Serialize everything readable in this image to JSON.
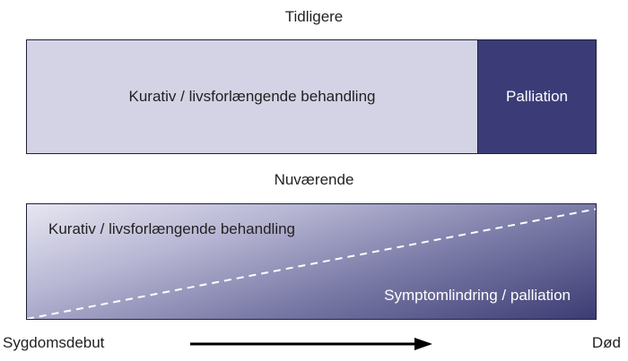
{
  "top_panel": {
    "title": "Tidligere",
    "curative_label": "Kurativ / livsforlængende behandling",
    "palliation_label": "Palliation"
  },
  "bottom_panel": {
    "title": "Nuværende",
    "curative_label": "Kurativ / livsforlængende behandling",
    "symptom_label": "Symptomlindring / palliation"
  },
  "timeline": {
    "start_label": "Sygdomsdebut",
    "end_label": "Død"
  },
  "colors": {
    "curative_fill": "#d4d3e5",
    "palliation_fill": "#3b3c77",
    "border": "#1f1f3a",
    "dashed_line": "#ffffff"
  }
}
